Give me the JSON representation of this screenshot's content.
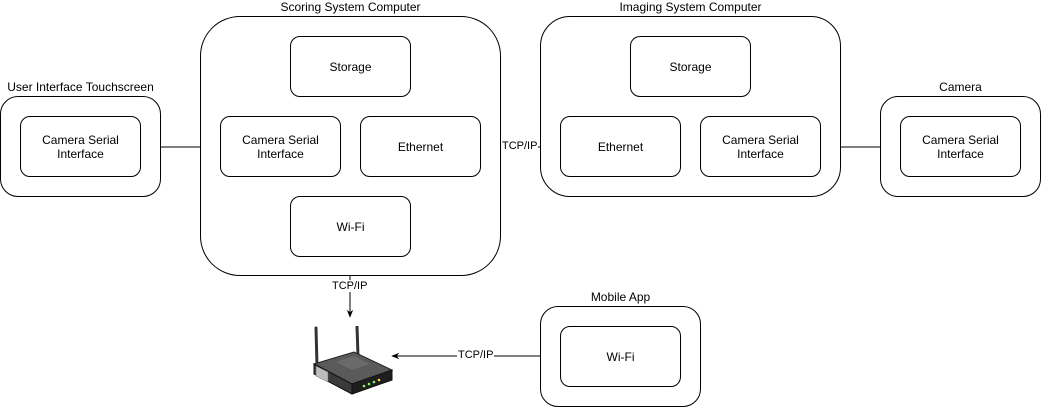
{
  "containers": {
    "ui_touchscreen": {
      "title": "User Interface Touchscreen",
      "csi": "Camera Serial\nInterface"
    },
    "scoring": {
      "title": "Scoring System Computer",
      "storage": "Storage",
      "csi": "Camera Serial\nInterface",
      "ethernet": "Ethernet",
      "wifi": "Wi-Fi"
    },
    "imaging": {
      "title": "Imaging System Computer",
      "storage": "Storage",
      "ethernet": "Ethernet",
      "csi": "Camera Serial\nInterface"
    },
    "camera": {
      "title": "Camera",
      "csi": "Camera Serial\nInterface"
    },
    "mobile": {
      "title": "Mobile App",
      "wifi": "Wi-Fi"
    }
  },
  "edges": {
    "scoring_imaging": "TCP/IP",
    "scoring_router": "TCP/IP",
    "router_mobile": "TCP/IP"
  },
  "router": {
    "icon": "wifi-router-icon"
  }
}
